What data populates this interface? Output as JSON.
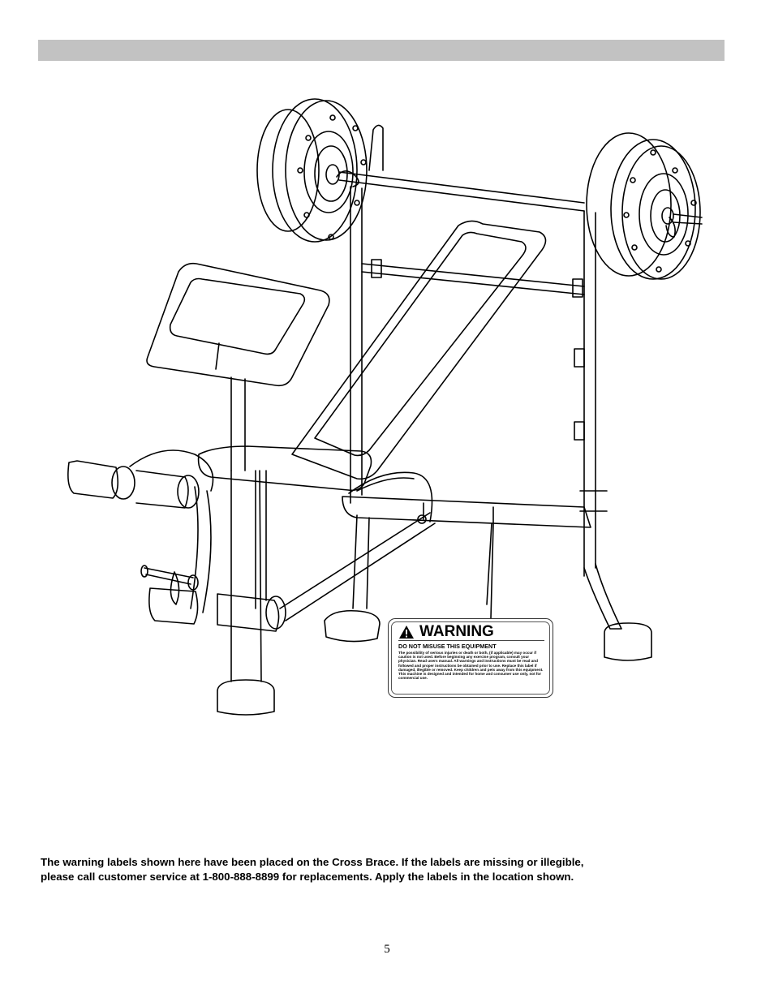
{
  "warning_label": {
    "title": "WARNING",
    "subtitle": "DO NOT MISUSE THIS EQUIPMENT",
    "body": "The possibility of serious injuries or death or both, (if applicable) may occur if caution is not used. Before beginning any exercise program, consult your physician. Read users manual. All warnings and instructions must be read and followed and proper instructions be obtained prior to use. Replace this label if damaged, illegible or removed. Keep children and pets away from this equipment. This machine is designed and intended for home and consumer use only, not for commercial use.",
    "icon": "warning-triangle-icon"
  },
  "notice": {
    "line1": "The warning labels shown here have been placed on the Cross Brace.  If the labels are missing or illegible,",
    "line2": "please call customer service at 1-800-888-8899 for replacements.  Apply the labels in the location shown."
  },
  "page_number": "5",
  "colors": {
    "header_bar": "#c2c2c2",
    "line_art": "#000000"
  }
}
